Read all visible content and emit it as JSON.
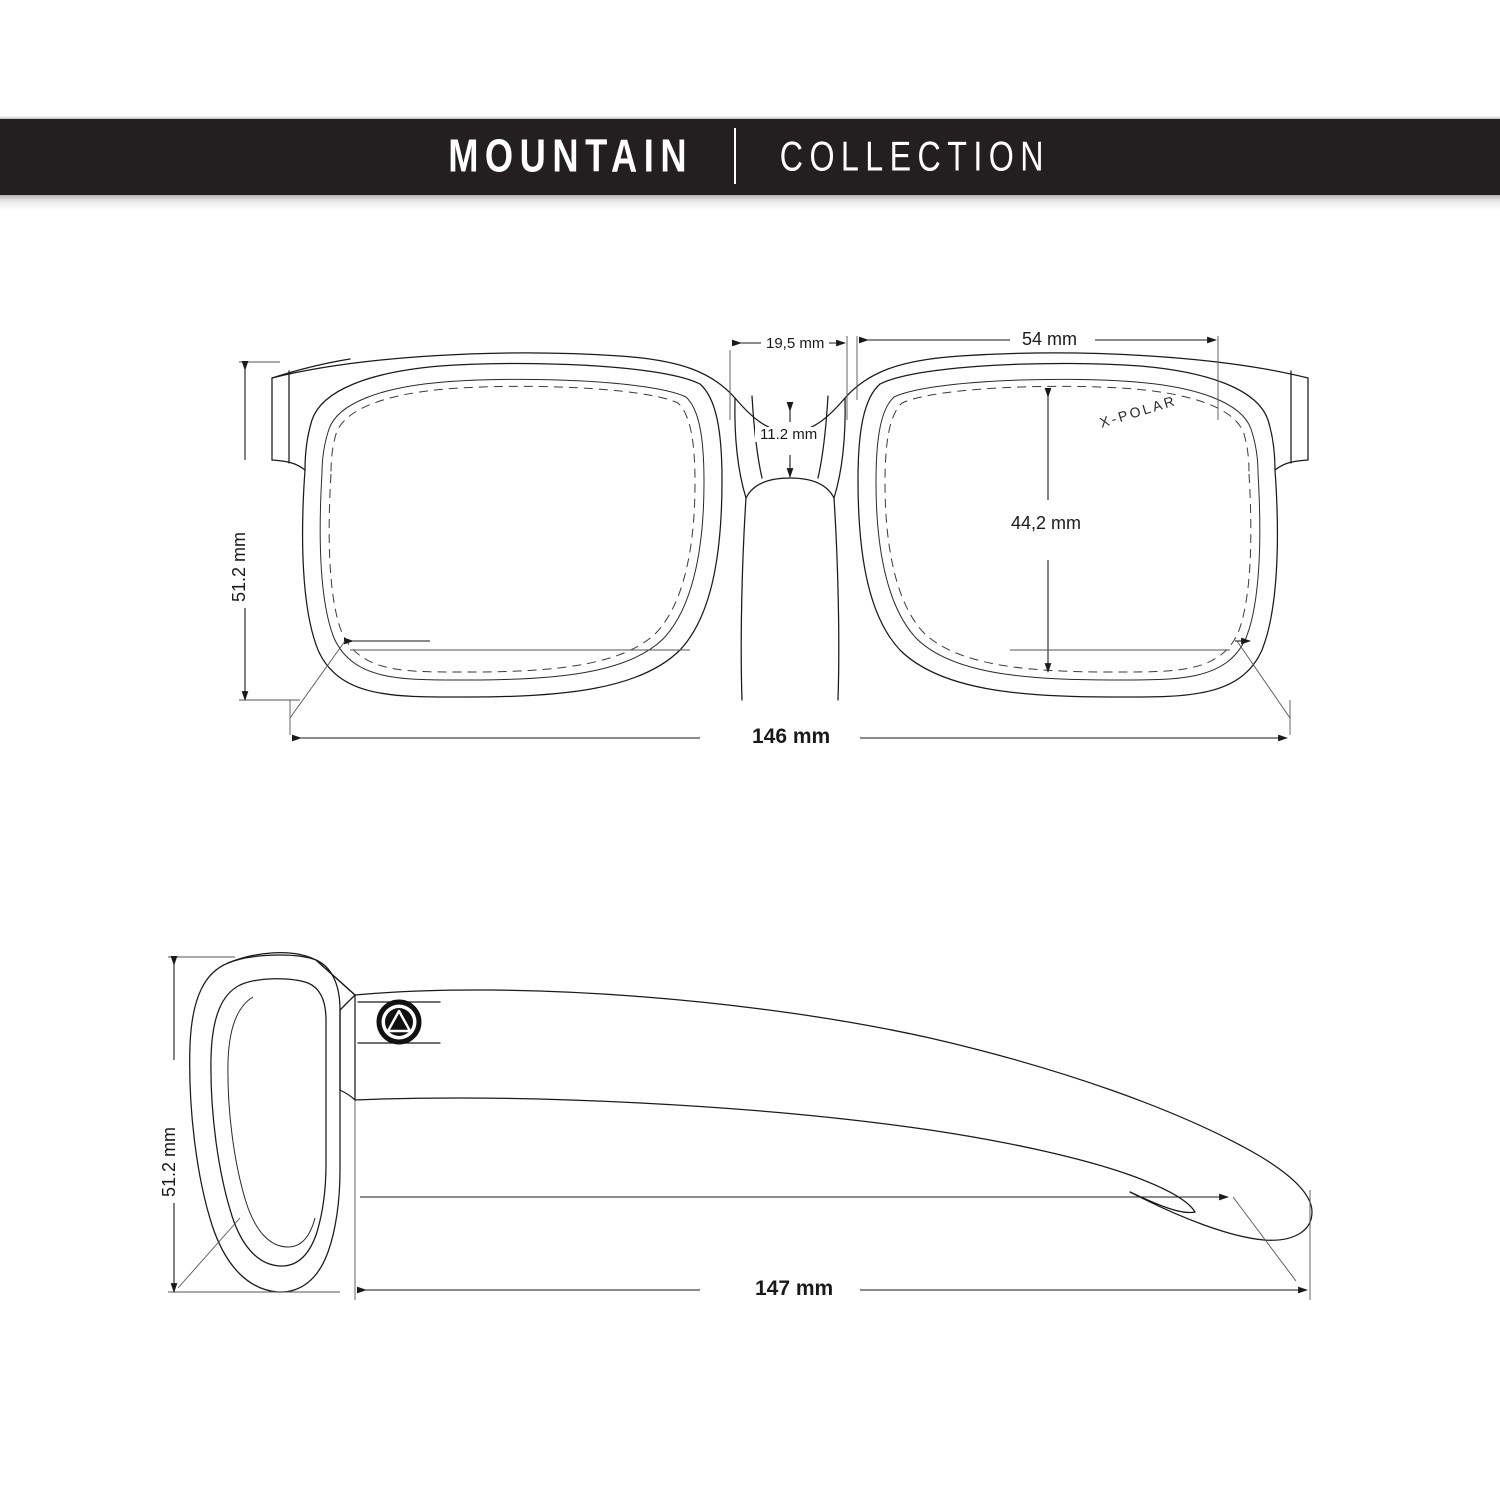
{
  "header": {
    "brand": "MOUNTAIN",
    "divider": "|",
    "collection": "COLLECTION",
    "background_color": "#231f20",
    "text_color": "#ffffff"
  },
  "front_view": {
    "name": "front-view",
    "lens_mark": "X-POLAR",
    "dimensions": {
      "bridge_width": "19,5 mm",
      "lens_width": "54 mm",
      "bridge_height": "11.2 mm",
      "lens_height": "44,2 mm",
      "frame_height": "51.2 mm",
      "total_width": "146 mm"
    }
  },
  "side_view": {
    "name": "side-view",
    "logo": "mountain-triangle-logo",
    "dimensions": {
      "frame_height": "51.2 mm",
      "temple_length": "147 mm"
    }
  },
  "style": {
    "line_color": "#1a1a1a",
    "background": "#ffffff"
  }
}
